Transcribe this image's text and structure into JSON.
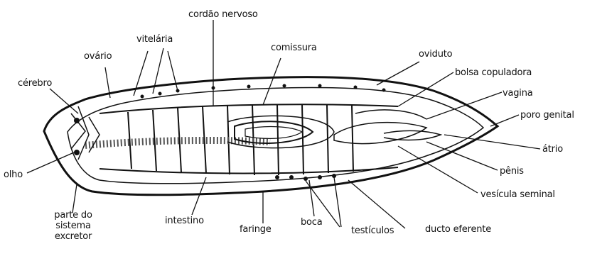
{
  "labels": {
    "cordao_nervoso": "cordão nervoso",
    "vitelaria": "vitelária",
    "comissura": "comissura",
    "ovario": "ovário",
    "oviduto": "oviduto",
    "cerebro": "cérebro",
    "bolsa_copuladora": "bolsa copuladora",
    "vagina": "vagina",
    "poro_genital": "poro genital",
    "atrio": "átrio",
    "olho": "olho",
    "penis": "pênis",
    "vesicula_seminal": "vesícula seminal",
    "parte_do_sistema_excretor": [
      "parte do",
      "sistema",
      "excretor"
    ],
    "intestino": "intestino",
    "faringe": "faringe",
    "boca": "boca",
    "testiculos": "testículos",
    "ducto_eferente": "ducto eferente"
  },
  "colors": {
    "ink": "#111111",
    "background": "#ffffff"
  }
}
